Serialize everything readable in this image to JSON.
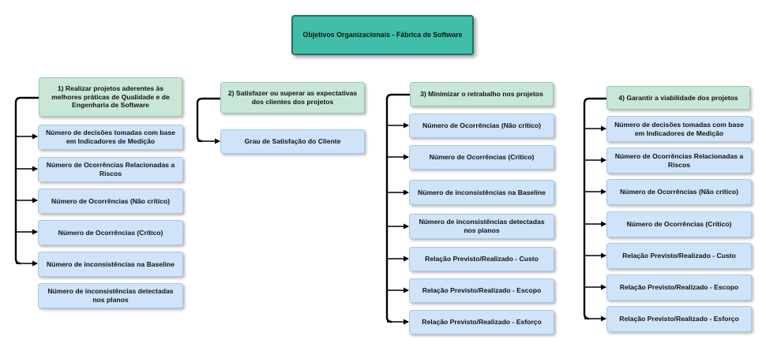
{
  "root": {
    "label": "Objetivos Organizacionais - Fábrica de Software"
  },
  "columns": [
    {
      "goal": "1) Realizar projetos aderentes às melhores práticas de Qualidade e de Engenharia de Software",
      "indicators": [
        "Número de decisões tomadas com base em Indicadores de Medição",
        "Número de Ocorrências Relacionadas a Riscos",
        "Número de Ocorrências (Não crítico)",
        "Número de Ocorrências (Crítico)",
        "Número de inconsistências na Baseline",
        "Número de inconsistências detectadas nos planos"
      ]
    },
    {
      "goal": "2) Satisfazer ou superar as expectativas dos clientes dos projetos",
      "indicators": [
        "Grau de Satisfação do Cliente"
      ]
    },
    {
      "goal": "3) Minimizar o retrabalho nos projetos",
      "indicators": [
        "Número de Ocorrências (Não crítico)",
        "Número de Ocorrências (Crítico)",
        "Número de inconsistências na Baseline",
        "Número de inconsistências detectadas nos planos",
        "Relação Previsto/Realizado - Custo",
        "Relação Previsto/Realizado - Escopo",
        "Relação Previsto/Realizado - Esforço"
      ]
    },
    {
      "goal": "4) Garantir a viabilidade dos projetos",
      "indicators": [
        "Número de decisões tomadas com base em Indicadores de Medição",
        "Número de Ocorrências Relacionadas a Riscos",
        "Número de Ocorrências (Não crítico)",
        "Número de Ocorrências (Crítico)",
        "Relação Previsto/Realizado - Custo",
        "Relação Previsto/Realizado - Escopo",
        "Relação Previsto/Realizado - Esforço"
      ]
    }
  ]
}
